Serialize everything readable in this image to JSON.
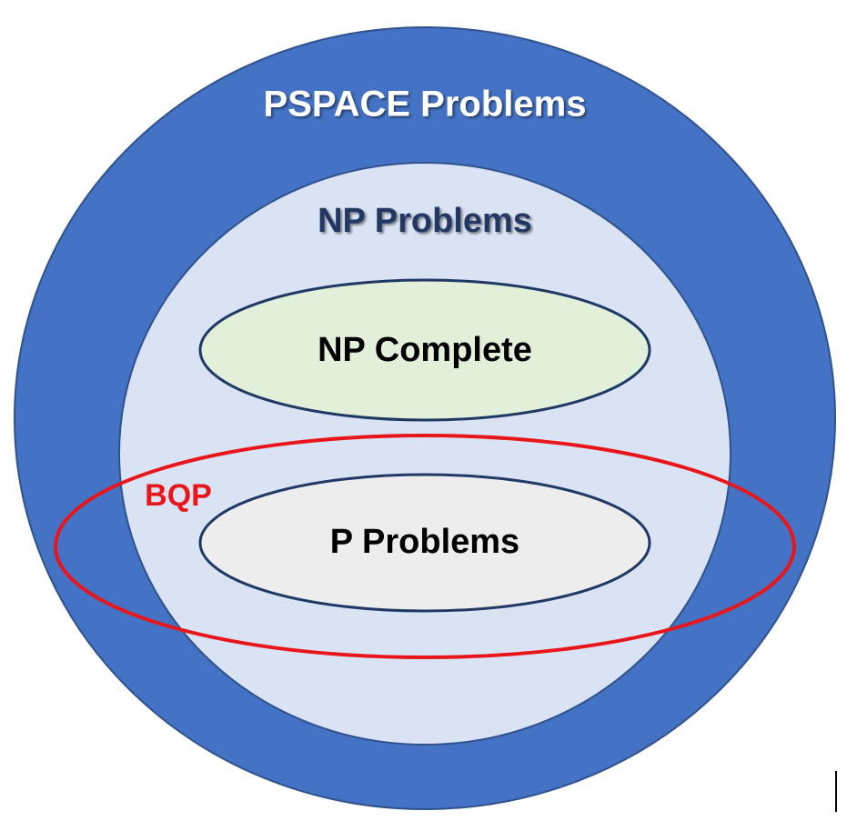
{
  "diagram": {
    "pspace_label": "PSPACE Problems",
    "np_label": "NP Problems",
    "np_complete_label": "NP Complete",
    "p_label": "P Problems",
    "bqp_label": "BQP"
  },
  "colors": {
    "pspace_fill": "#4472C4",
    "pspace_stroke": "#2F528F",
    "np_fill": "#DAE3F3",
    "np_label": "#203864",
    "np_complete_fill": "#E2F0D9",
    "p_fill": "#EDEDED",
    "inner_stroke": "#1F3864",
    "bqp_stroke": "#E8161B",
    "bqp_label": "#E8161B",
    "text_dark": "#000000",
    "text_light": "#FFFFFF"
  }
}
